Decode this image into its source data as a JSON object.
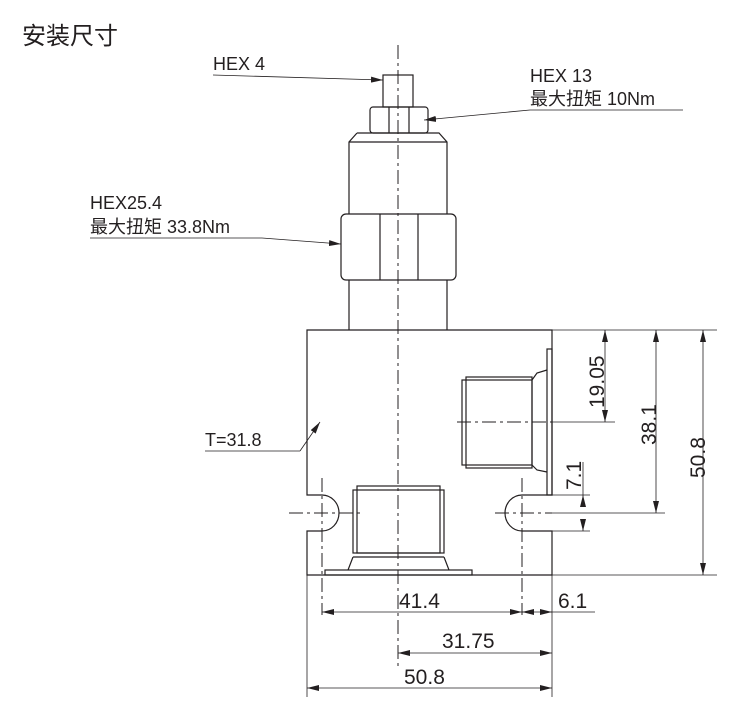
{
  "title": "安装尺寸",
  "labels": {
    "hex4": "HEX 4",
    "hex13": "HEX 13",
    "torque10": "最大扭矩 10Nm",
    "hex254": "HEX25.4",
    "torque338": "最大扭矩 33.8Nm",
    "thickness": "T=31.8"
  },
  "dimensions": {
    "v_19_05": "19.05",
    "v_38_1": "38.1",
    "v_50_8": "50.8",
    "v_7_1": "7.1",
    "h_41_4": "41.4",
    "h_6_1": "6.1",
    "h_31_75": "31.75",
    "h_50_8": "50.8"
  }
}
